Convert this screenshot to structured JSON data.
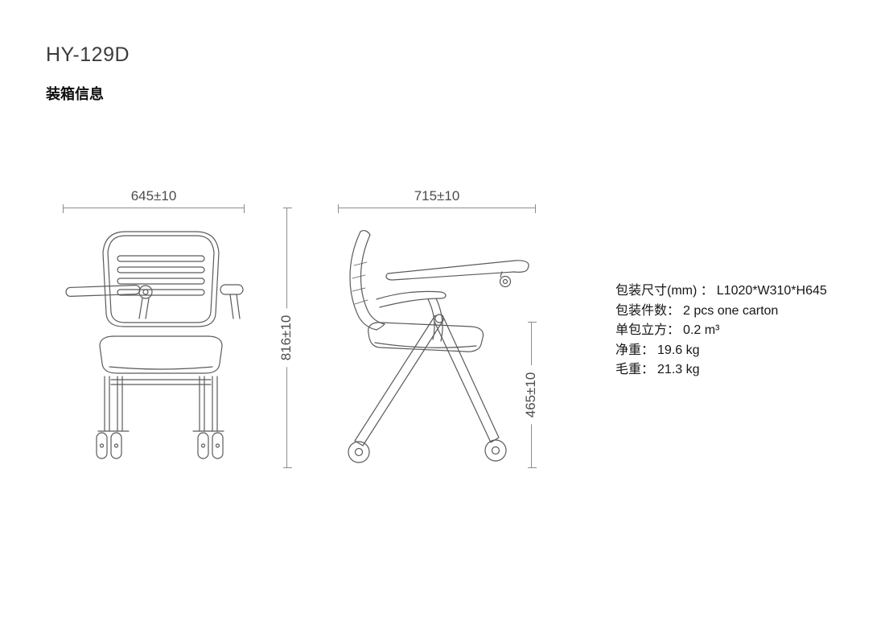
{
  "header": {
    "model": "HY-129D",
    "section_title": "装箱信息"
  },
  "dimensions": {
    "front_width": "645±10",
    "front_height": "816±10",
    "side_width": "715±10",
    "side_height": "465±10"
  },
  "specs": [
    {
      "label": "包装尺寸(mm) ：",
      "value": "L1020*W310*H645"
    },
    {
      "label": "包装件数：",
      "value": "2 pcs one carton"
    },
    {
      "label": "单包立方：",
      "value": "0.2 m³"
    },
    {
      "label": "净重：",
      "value": "19.6 kg"
    },
    {
      "label": "毛重：",
      "value": "21.3 kg"
    }
  ]
}
